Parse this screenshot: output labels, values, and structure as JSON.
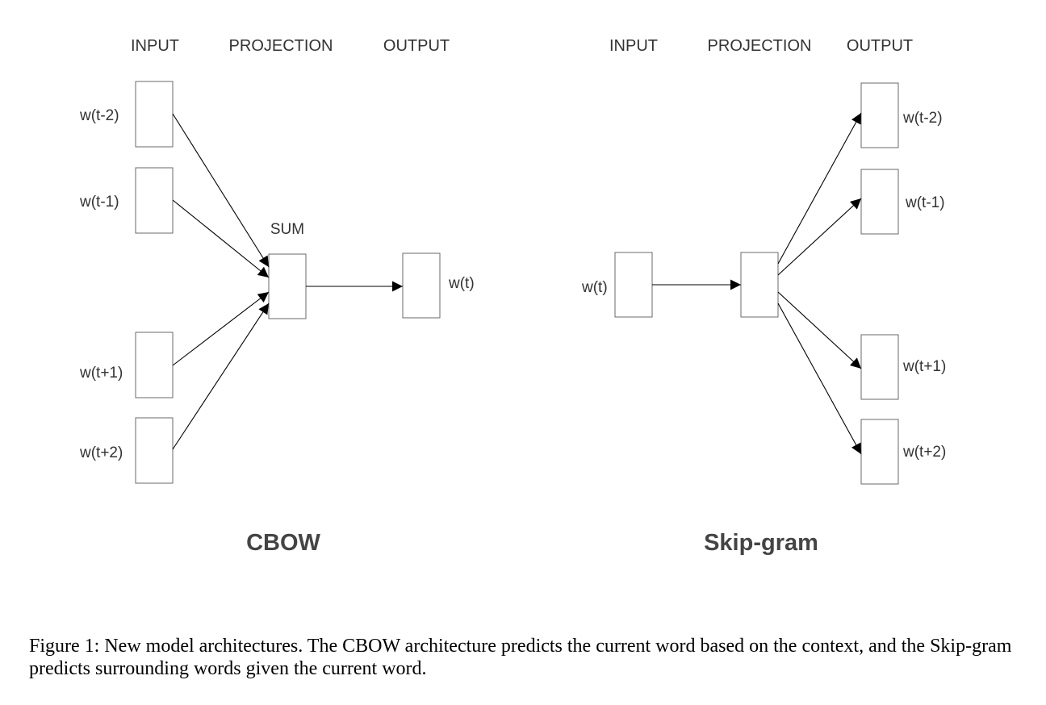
{
  "cbow": {
    "header_input": "INPUT",
    "header_projection": "PROJECTION",
    "header_output": "OUTPUT",
    "input_labels": [
      "w(t-2)",
      "w(t-1)",
      "w(t+1)",
      "w(t+2)"
    ],
    "sum_label": "SUM",
    "output_label": "w(t)",
    "title": "CBOW"
  },
  "skipgram": {
    "header_input": "INPUT",
    "header_projection": "PROJECTION",
    "header_output": "OUTPUT",
    "input_label": "w(t)",
    "output_labels": [
      "w(t-2)",
      "w(t-1)",
      "w(t+1)",
      "w(t+2)"
    ],
    "title": "Skip-gram"
  },
  "caption": "Figure 1: New model architectures. The CBOW architecture predicts the current word based on the context, and the Skip-gram predicts surrounding words given the current word."
}
